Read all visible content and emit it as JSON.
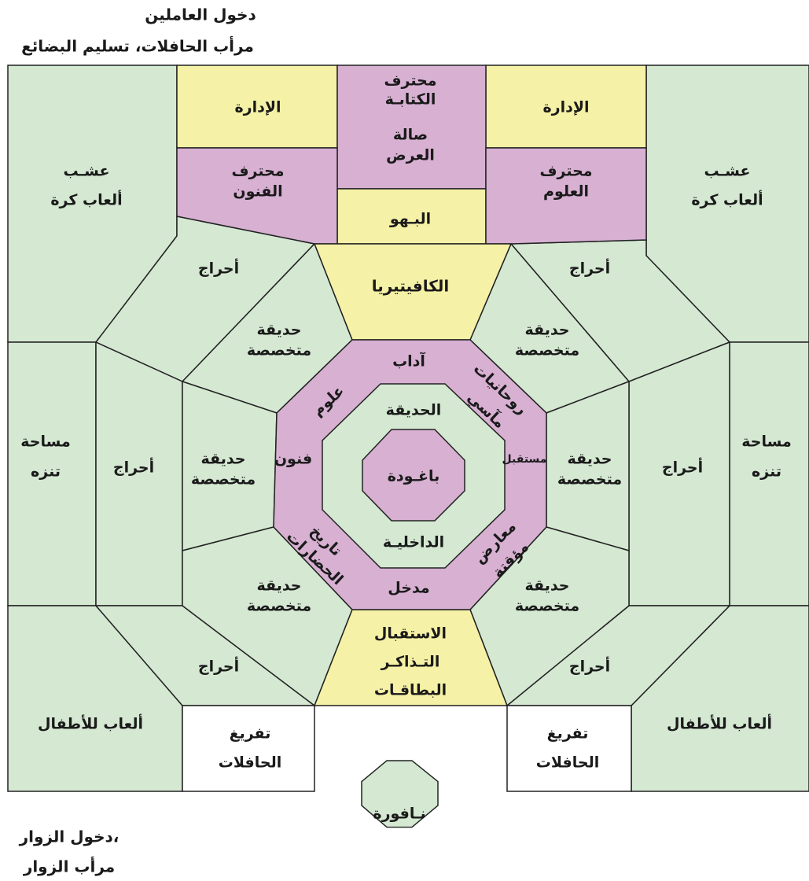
{
  "labels": {
    "staff_entrance": "دخول العاملين",
    "staff_parking": "مرأب الحافلات، تسليم البضائع",
    "visitor_entrance": "دخول الزوار،",
    "visitor_parking": "مرأب الزوار",
    "admin": "الإدارة",
    "writing_studio_1": "محترف",
    "writing_studio_2": "الكتابـة",
    "exhibition_hall_1": "صالة",
    "exhibition_hall_2": "العرض",
    "arts_studio_1": "محترف",
    "arts_studio_2": "الفنون",
    "science_studio_1": "محترف",
    "science_studio_2": "العلوم",
    "lobby": "البـهو",
    "grass": "عشـب",
    "ball_games": "ألعاب كرة",
    "woods": "أحراج",
    "cafeteria": "الكافيتيريا",
    "specialized_garden_1": "حديقة",
    "specialized_garden_2": "متخصصة",
    "leisure_1": "مساحة",
    "leisure_2": "تنزه",
    "literature": "آداب",
    "sciences": "علوم",
    "spirituality_1": "روحانيات",
    "spirituality_2": "مآسي",
    "arts": "فنون",
    "future": "مستقبل",
    "history_1": "تاريخ",
    "history_2": "الحضارات",
    "temp_exhibitions_1": "معارض",
    "temp_exhibitions_2": "مؤقتة",
    "entrance": "مدخل",
    "inner_garden_1": "الحديقة",
    "inner_garden_2": "الداخليـة",
    "baghouda": "باغـودة",
    "reception_1": "الاستقبال",
    "reception_2": "التـذاكـر",
    "reception_3": "البطاقـات",
    "kids_games": "ألعاب للأطفال",
    "unloading_1": "تفريغ",
    "unloading_2": "الحافلات",
    "fountain": "نـافورة"
  },
  "colors": {
    "green": "#d4e8d2",
    "purple": "#d7b0d2",
    "yellow": "#f5f1a6",
    "white": "#ffffff",
    "outline": "#222222"
  }
}
